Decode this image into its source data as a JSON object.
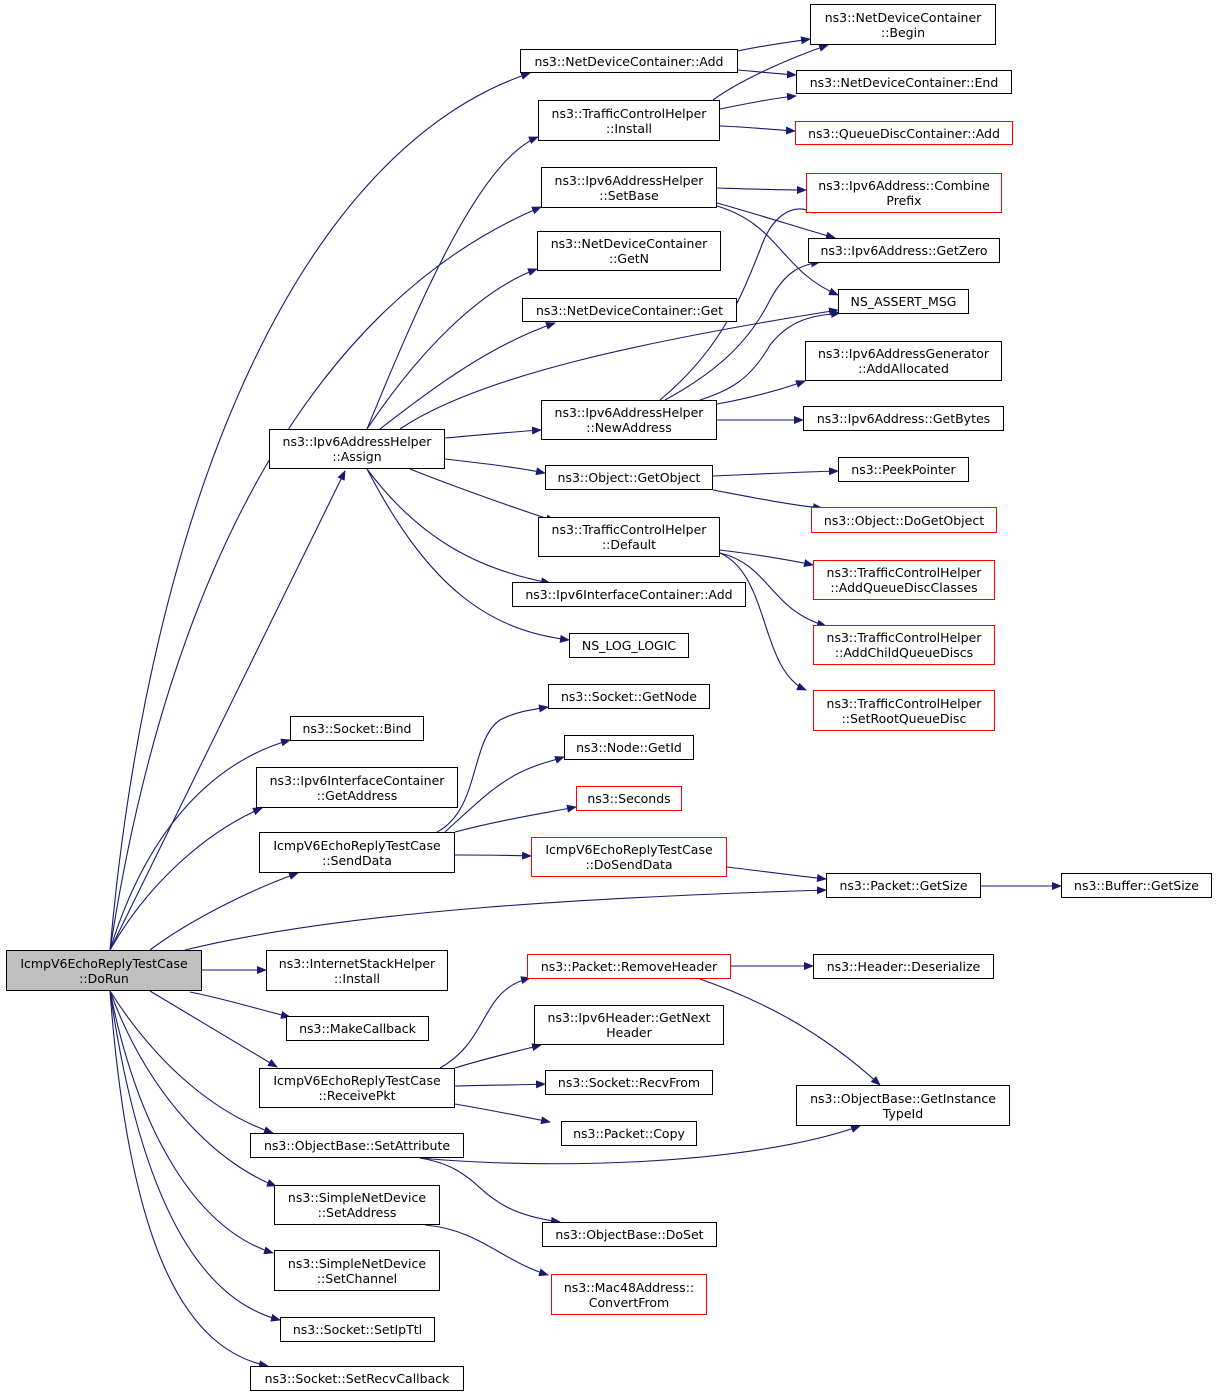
{
  "colors": {
    "edge": "#191970",
    "node_border": "#000000",
    "truncated_node_border": "#ff0000",
    "root_fill": "#bfbfbf",
    "background": "#ffffff"
  },
  "nodes": {
    "root": {
      "line1": "IcmpV6EchoReplyTestCase",
      "line2": "::DoRun"
    },
    "ndc_add": {
      "line1": "ns3::NetDeviceContainer::Add"
    },
    "ndc_begin": {
      "line1": "ns3::NetDeviceContainer",
      "line2": "::Begin"
    },
    "ndc_end": {
      "line1": "ns3::NetDeviceContainer::End"
    },
    "tch_install": {
      "line1": "ns3::TrafficControlHelper",
      "line2": "::Install"
    },
    "qdc_add": {
      "line1": "ns3::QueueDiscContainer::Add"
    },
    "ipv6ah_setbase": {
      "line1": "ns3::Ipv6AddressHelper",
      "line2": "::SetBase"
    },
    "ipv6a_combine": {
      "line1": "ns3::Ipv6Address::Combine",
      "line2": "Prefix"
    },
    "ipv6a_getzero": {
      "line1": "ns3::Ipv6Address::GetZero"
    },
    "ndc_getn": {
      "line1": "ns3::NetDeviceContainer",
      "line2": "::GetN"
    },
    "ns_assert_msg": {
      "line1": "NS_ASSERT_MSG"
    },
    "ndc_get": {
      "line1": "ns3::NetDeviceContainer::Get"
    },
    "ipv6ag_addalloc": {
      "line1": "ns3::Ipv6AddressGenerator",
      "line2": "::AddAllocated"
    },
    "ipv6ah_newaddress": {
      "line1": "ns3::Ipv6AddressHelper",
      "line2": "::NewAddress"
    },
    "ipv6a_getbytes": {
      "line1": "ns3::Ipv6Address::GetBytes"
    },
    "ipv6ah_assign": {
      "line1": "ns3::Ipv6AddressHelper",
      "line2": "::Assign"
    },
    "peekpointer": {
      "line1": "ns3::PeekPointer"
    },
    "object_getobject": {
      "line1": "ns3::Object::GetObject"
    },
    "object_dogetobject": {
      "line1": "ns3::Object::DoGetObject"
    },
    "tch_default": {
      "line1": "ns3::TrafficControlHelper",
      "line2": "::Default"
    },
    "tch_addqdclasses": {
      "line1": "ns3::TrafficControlHelper",
      "line2": "::AddQueueDiscClasses"
    },
    "ipv6ic_add": {
      "line1": "ns3::Ipv6InterfaceContainer::Add"
    },
    "tch_addchildqd": {
      "line1": "ns3::TrafficControlHelper",
      "line2": "::AddChildQueueDiscs"
    },
    "ns_log_logic": {
      "line1": "NS_LOG_LOGIC"
    },
    "socket_getnode": {
      "line1": "ns3::Socket::GetNode"
    },
    "tch_setrootqd": {
      "line1": "ns3::TrafficControlHelper",
      "line2": "::SetRootQueueDisc"
    },
    "socket_bind": {
      "line1": "ns3::Socket::Bind"
    },
    "node_getid": {
      "line1": "ns3::Node::GetId"
    },
    "ipv6ic_getaddress": {
      "line1": "ns3::Ipv6InterfaceContainer",
      "line2": "::GetAddress"
    },
    "seconds": {
      "line1": "ns3::Seconds"
    },
    "senddata": {
      "line1": "IcmpV6EchoReplyTestCase",
      "line2": "::SendData"
    },
    "dosenddata": {
      "line1": "IcmpV6EchoReplyTestCase",
      "line2": "::DoSendData"
    },
    "packet_getsize": {
      "line1": "ns3::Packet::GetSize"
    },
    "buffer_getsize": {
      "line1": "ns3::Buffer::GetSize"
    },
    "ish_install": {
      "line1": "ns3::InternetStackHelper",
      "line2": "::Install"
    },
    "packet_removeheader": {
      "line1": "ns3::Packet::RemoveHeader"
    },
    "header_deserialize": {
      "line1": "ns3::Header::Deserialize"
    },
    "makecallback": {
      "line1": "ns3::MakeCallback"
    },
    "ipv6h_getnextheader": {
      "line1": "ns3::Ipv6Header::GetNext",
      "line2": "Header"
    },
    "receivepkt": {
      "line1": "IcmpV6EchoReplyTestCase",
      "line2": "::ReceivePkt"
    },
    "socket_recvfrom": {
      "line1": "ns3::Socket::RecvFrom"
    },
    "objectbase_getinstancetypeid": {
      "line1": "ns3::ObjectBase::GetInstance",
      "line2": "TypeId"
    },
    "packet_copy": {
      "line1": "ns3::Packet::Copy"
    },
    "objectbase_setattribute": {
      "line1": "ns3::ObjectBase::SetAttribute"
    },
    "snd_setaddress": {
      "line1": "ns3::SimpleNetDevice",
      "line2": "::SetAddress"
    },
    "objectbase_doset": {
      "line1": "ns3::ObjectBase::DoSet"
    },
    "snd_setchannel": {
      "line1": "ns3::SimpleNetDevice",
      "line2": "::SetChannel"
    },
    "mac48_convertfrom": {
      "line1": "ns3::Mac48Address::",
      "line2": "ConvertFrom"
    },
    "socket_setipttl": {
      "line1": "ns3::Socket::SetIpTtl"
    },
    "socket_setrecvcallback": {
      "line1": "ns3::Socket::SetRecvCallback"
    }
  }
}
